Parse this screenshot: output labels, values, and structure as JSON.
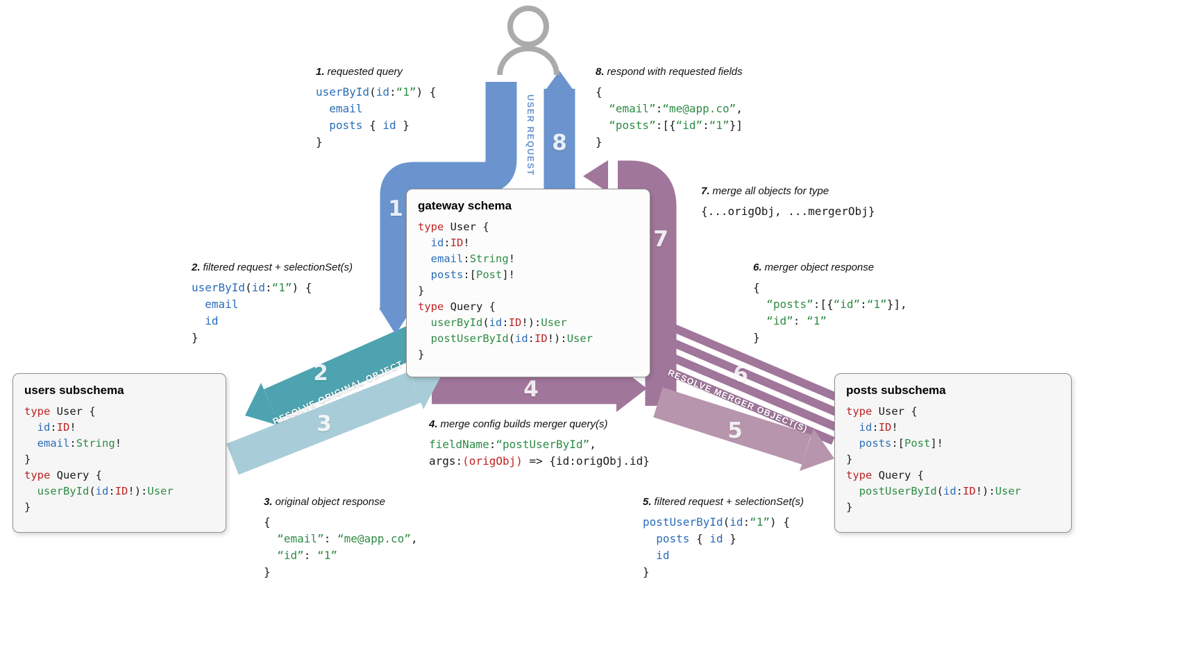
{
  "colors": {
    "arrow_blue": "#6b94ce",
    "arrow_teal": "#4da3af",
    "arrow_teal_light": "#a9cdd8",
    "arrow_purple": "#a1769b",
    "arrow_purple_light": "#b795ad",
    "code_keyword_red": "#bf2323",
    "code_field_blue": "#2a6db8",
    "code_type_green": "#2e8b44",
    "user_icon_gray": "#ababab"
  },
  "ribbons": {
    "user_request": "USER REQUEST",
    "resolve_original": "RESOLVE ORIGINAL OBJECT",
    "resolve_merger": "RESOLVE MERGER OBJECT(S)"
  },
  "arrow_numbers": {
    "n1": "1",
    "n2": "2",
    "n3": "3",
    "n4": "4",
    "n5": "5",
    "n6": "6",
    "n7": "7",
    "n8": "8"
  },
  "boxes": {
    "gateway": {
      "title": "gateway schema",
      "code": [
        [
          [
            "k",
            "type"
          ],
          [
            "p",
            " User {"
          ]
        ],
        [
          [
            "p",
            "  "
          ],
          [
            "f",
            "id"
          ],
          [
            "p",
            ":"
          ],
          [
            "r",
            "ID"
          ],
          [
            "p",
            "!"
          ]
        ],
        [
          [
            "p",
            "  "
          ],
          [
            "f",
            "email"
          ],
          [
            "p",
            ":"
          ],
          [
            "g",
            "String"
          ],
          [
            "p",
            "!"
          ]
        ],
        [
          [
            "p",
            "  "
          ],
          [
            "f",
            "posts"
          ],
          [
            "p",
            ":["
          ],
          [
            "g",
            "Post"
          ],
          [
            "p",
            "]!"
          ]
        ],
        [
          [
            "p",
            "}"
          ]
        ],
        [
          [
            "k",
            "type"
          ],
          [
            "p",
            " Query {"
          ]
        ],
        [
          [
            "p",
            "  "
          ],
          [
            "g",
            "userById"
          ],
          [
            "p",
            "("
          ],
          [
            "f",
            "id"
          ],
          [
            "p",
            ":"
          ],
          [
            "r",
            "ID"
          ],
          [
            "p",
            "!):"
          ],
          [
            "g",
            "User"
          ]
        ],
        [
          [
            "p",
            "  "
          ],
          [
            "g",
            "postUserById"
          ],
          [
            "p",
            "("
          ],
          [
            "f",
            "id"
          ],
          [
            "p",
            ":"
          ],
          [
            "r",
            "ID"
          ],
          [
            "p",
            "!):"
          ],
          [
            "g",
            "User"
          ]
        ],
        [
          [
            "p",
            "}"
          ]
        ]
      ]
    },
    "users": {
      "title": "users subschema",
      "code": [
        [
          [
            "k",
            "type"
          ],
          [
            "p",
            " User {"
          ]
        ],
        [
          [
            "p",
            "  "
          ],
          [
            "f",
            "id"
          ],
          [
            "p",
            ":"
          ],
          [
            "r",
            "ID"
          ],
          [
            "p",
            "!"
          ]
        ],
        [
          [
            "p",
            "  "
          ],
          [
            "f",
            "email"
          ],
          [
            "p",
            ":"
          ],
          [
            "g",
            "String"
          ],
          [
            "p",
            "!"
          ]
        ],
        [
          [
            "p",
            "}"
          ]
        ],
        [
          [
            "k",
            "type"
          ],
          [
            "p",
            " Query {"
          ]
        ],
        [
          [
            "p",
            "  "
          ],
          [
            "g",
            "userById"
          ],
          [
            "p",
            "("
          ],
          [
            "f",
            "id"
          ],
          [
            "p",
            ":"
          ],
          [
            "r",
            "ID"
          ],
          [
            "p",
            "!):"
          ],
          [
            "g",
            "User"
          ]
        ],
        [
          [
            "p",
            "}"
          ]
        ]
      ]
    },
    "posts": {
      "title": "posts subschema",
      "code": [
        [
          [
            "k",
            "type"
          ],
          [
            "p",
            " User {"
          ]
        ],
        [
          [
            "p",
            "  "
          ],
          [
            "f",
            "id"
          ],
          [
            "p",
            ":"
          ],
          [
            "r",
            "ID"
          ],
          [
            "p",
            "!"
          ]
        ],
        [
          [
            "p",
            "  "
          ],
          [
            "f",
            "posts"
          ],
          [
            "p",
            ":["
          ],
          [
            "g",
            "Post"
          ],
          [
            "p",
            "]!"
          ]
        ],
        [
          [
            "p",
            "}"
          ]
        ],
        [
          [
            "k",
            "type"
          ],
          [
            "p",
            " Query {"
          ]
        ],
        [
          [
            "p",
            "  "
          ],
          [
            "g",
            "postUserById"
          ],
          [
            "p",
            "("
          ],
          [
            "f",
            "id"
          ],
          [
            "p",
            ":"
          ],
          [
            "r",
            "ID"
          ],
          [
            "p",
            "!):"
          ],
          [
            "g",
            "User"
          ]
        ],
        [
          [
            "p",
            "}"
          ]
        ]
      ]
    }
  },
  "annotations": {
    "a1": {
      "num": "1.",
      "label": "requested query",
      "code": [
        [
          [
            "f",
            "userById"
          ],
          [
            "p",
            "("
          ],
          [
            "f",
            "id"
          ],
          [
            "p",
            ":"
          ],
          [
            "s",
            "“1”"
          ],
          [
            "p",
            ") {"
          ]
        ],
        [
          [
            "p",
            "  "
          ],
          [
            "f",
            "email"
          ]
        ],
        [
          [
            "p",
            "  "
          ],
          [
            "f",
            "posts"
          ],
          [
            "p",
            " { "
          ],
          [
            "f",
            "id"
          ],
          [
            "p",
            " }"
          ]
        ],
        [
          [
            "p",
            "}"
          ]
        ]
      ]
    },
    "a2": {
      "num": "2.",
      "label": "filtered request + selectionSet(s)",
      "code": [
        [
          [
            "f",
            "userById"
          ],
          [
            "p",
            "("
          ],
          [
            "f",
            "id"
          ],
          [
            "p",
            ":"
          ],
          [
            "s",
            "“1”"
          ],
          [
            "p",
            ") {"
          ]
        ],
        [
          [
            "p",
            "  "
          ],
          [
            "f",
            "email"
          ]
        ],
        [
          [
            "p",
            "  "
          ],
          [
            "f",
            "id"
          ]
        ],
        [
          [
            "p",
            "}"
          ]
        ]
      ]
    },
    "a3": {
      "num": "3.",
      "label": "original object response",
      "code": [
        [
          [
            "p",
            "{"
          ]
        ],
        [
          [
            "p",
            "  "
          ],
          [
            "s",
            "“email”"
          ],
          [
            "p",
            ": "
          ],
          [
            "s",
            "“me@app.co”"
          ],
          [
            "p",
            ","
          ]
        ],
        [
          [
            "p",
            "  "
          ],
          [
            "s",
            "“id”"
          ],
          [
            "p",
            ": "
          ],
          [
            "s",
            "“1”"
          ]
        ],
        [
          [
            "p",
            "}"
          ]
        ]
      ]
    },
    "a4": {
      "num": "4.",
      "label": "merge config builds merger query(s)",
      "code": [
        [
          [
            "g",
            "fieldName"
          ],
          [
            "p",
            ":"
          ],
          [
            "s",
            "“postUserById”"
          ],
          [
            "p",
            ","
          ]
        ],
        [
          [
            "p",
            "args:"
          ],
          [
            "k",
            "(origObj)"
          ],
          [
            "p",
            " => {id:origObj.id}"
          ]
        ]
      ]
    },
    "a5": {
      "num": "5.",
      "label": "filtered request + selectionSet(s)",
      "code": [
        [
          [
            "f",
            "postUserById"
          ],
          [
            "p",
            "("
          ],
          [
            "f",
            "id"
          ],
          [
            "p",
            ":"
          ],
          [
            "s",
            "“1”"
          ],
          [
            "p",
            ") {"
          ]
        ],
        [
          [
            "p",
            "  "
          ],
          [
            "f",
            "posts"
          ],
          [
            "p",
            " { "
          ],
          [
            "f",
            "id"
          ],
          [
            "p",
            " }"
          ]
        ],
        [
          [
            "p",
            "  "
          ],
          [
            "f",
            "id"
          ]
        ],
        [
          [
            "p",
            "}"
          ]
        ]
      ]
    },
    "a6": {
      "num": "6.",
      "label": "merger object response",
      "code": [
        [
          [
            "p",
            "{"
          ]
        ],
        [
          [
            "p",
            "  "
          ],
          [
            "s",
            "“posts”"
          ],
          [
            "p",
            ":[{"
          ],
          [
            "s",
            "“id”"
          ],
          [
            "p",
            ":"
          ],
          [
            "s",
            "“1”"
          ],
          [
            "p",
            "}],"
          ]
        ],
        [
          [
            "p",
            "  "
          ],
          [
            "s",
            "“id”"
          ],
          [
            "p",
            ": "
          ],
          [
            "s",
            "“1”"
          ]
        ],
        [
          [
            "p",
            "}"
          ]
        ]
      ]
    },
    "a7": {
      "num": "7.",
      "label": "merge all objects for type",
      "code": [
        [
          [
            "p",
            "{...origObj, ...mergerObj}"
          ]
        ]
      ]
    },
    "a8": {
      "num": "8.",
      "label": "respond with requested fields",
      "code": [
        [
          [
            "p",
            "{"
          ]
        ],
        [
          [
            "p",
            "  "
          ],
          [
            "s",
            "“email”"
          ],
          [
            "p",
            ":"
          ],
          [
            "s",
            "“me@app.co”"
          ],
          [
            "p",
            ","
          ]
        ],
        [
          [
            "p",
            "  "
          ],
          [
            "s",
            "“posts”"
          ],
          [
            "p",
            ":[{"
          ],
          [
            "s",
            "“id”"
          ],
          [
            "p",
            ":"
          ],
          [
            "s",
            "“1”"
          ],
          [
            "p",
            "}]"
          ]
        ],
        [
          [
            "p",
            "}"
          ]
        ]
      ]
    }
  }
}
